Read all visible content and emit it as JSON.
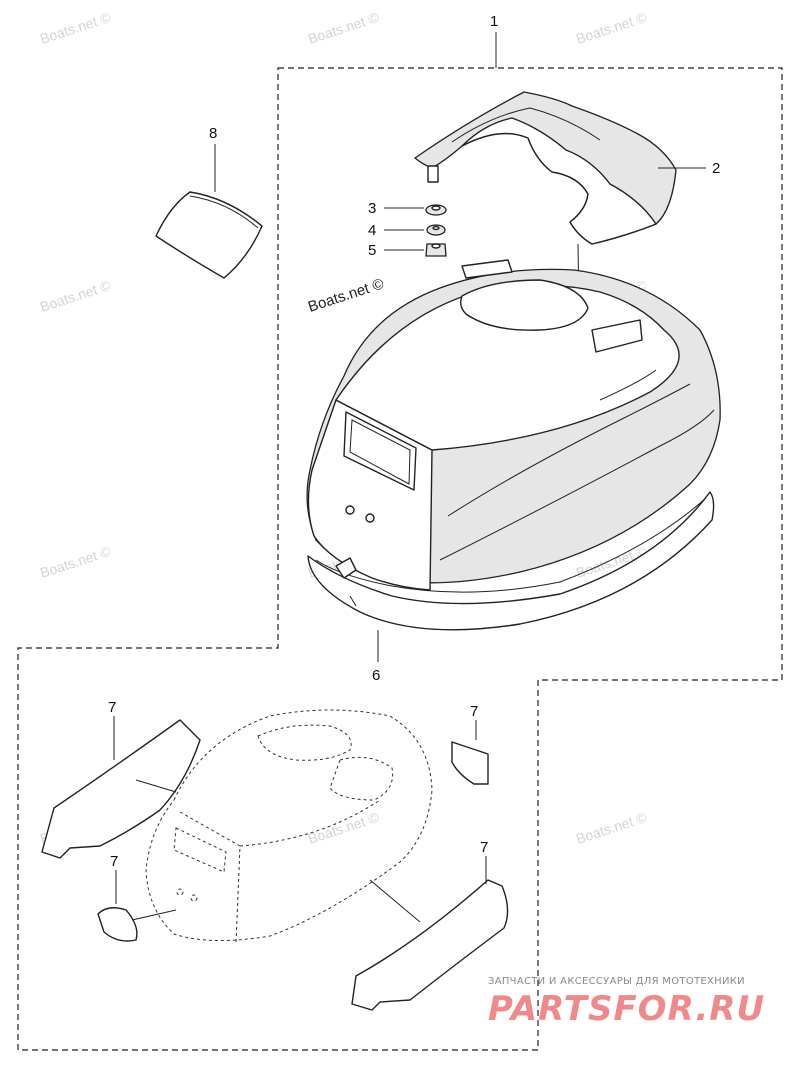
{
  "callouts": {
    "c1": "1",
    "c2": "2",
    "c3": "3",
    "c4": "4",
    "c5": "5",
    "c6": "6",
    "c7a": "7",
    "c7b": "7",
    "c7c": "7",
    "c7d": "7",
    "c8": "8"
  },
  "watermarks": {
    "boats": "Boats.net ©",
    "boats_center": "Boats.net ©"
  },
  "branding": {
    "subtitle": "ЗАПЧАСТИ И АКСЕССУАРЫ ДЛЯ МОТОТЕХНИКИ",
    "logo": "PARTSFOR.RU"
  }
}
